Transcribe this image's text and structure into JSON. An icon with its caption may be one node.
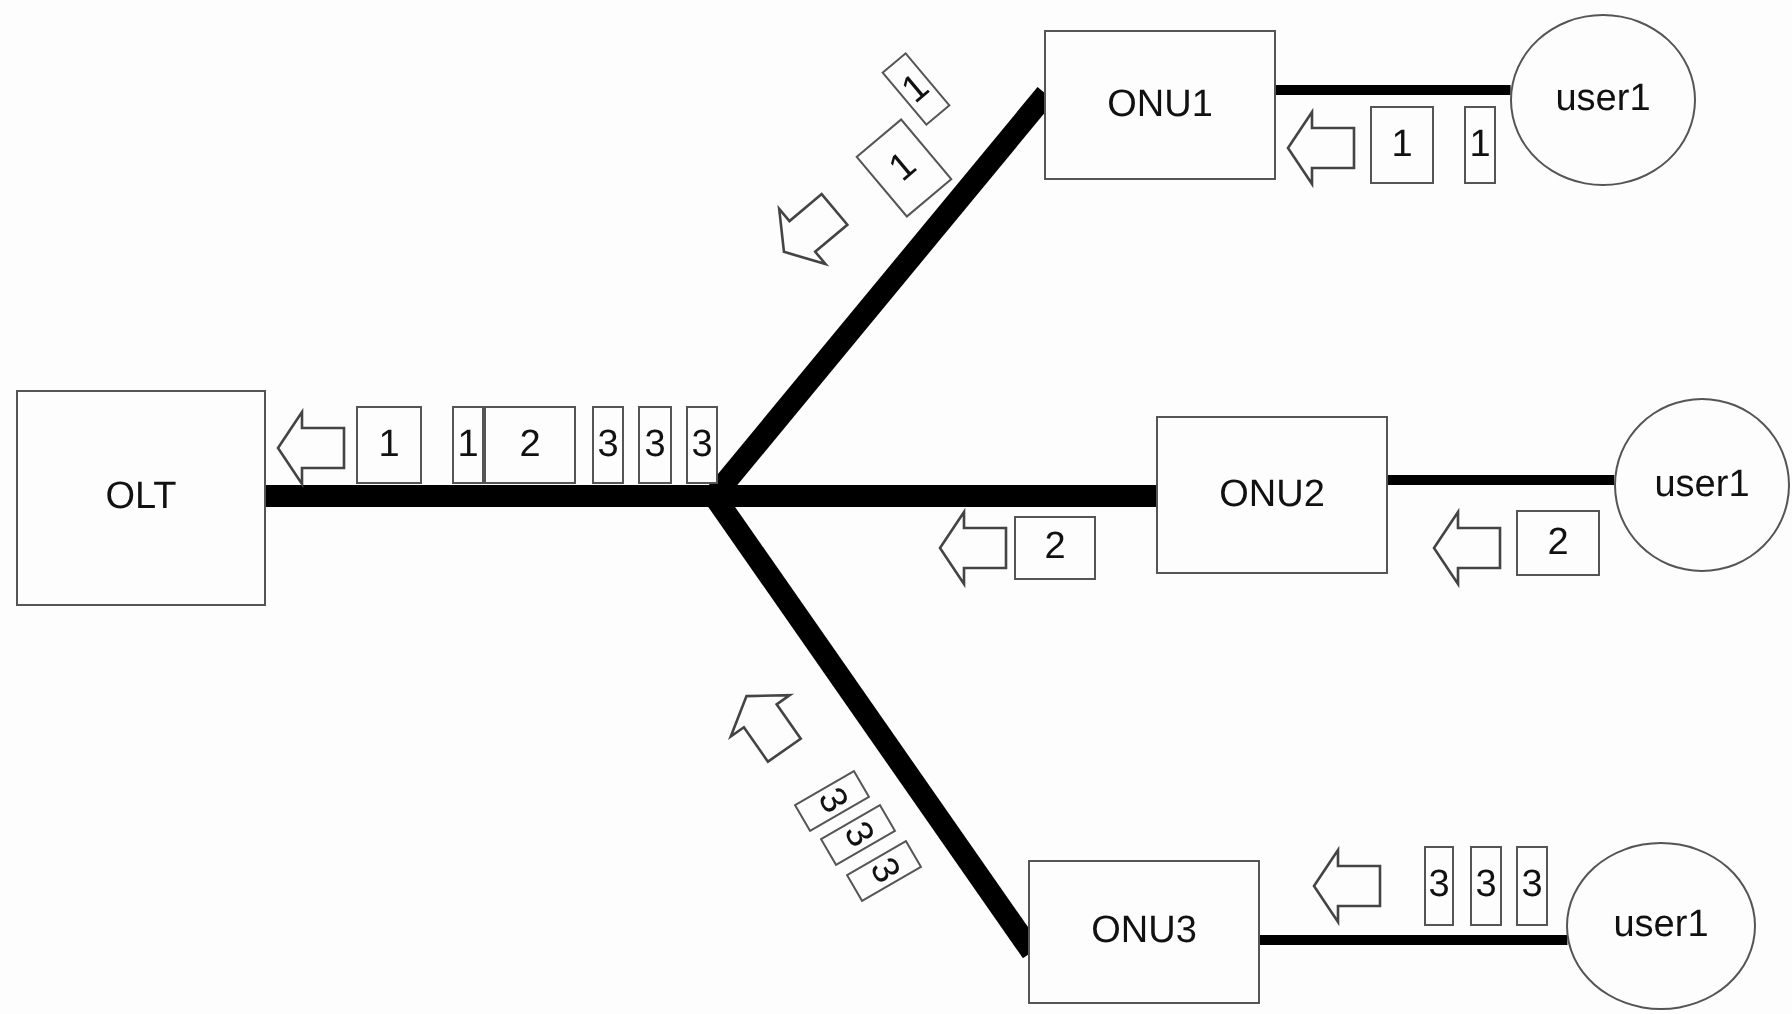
{
  "diagram": {
    "nodes": [
      {
        "text": [
          "OLT"
        ]
      },
      {
        "text": [
          "ONU1"
        ]
      },
      {
        "text": [
          "ONU2"
        ]
      },
      {
        "text": [
          "ONU3"
        ]
      },
      {
        "text": [
          "user1"
        ]
      },
      {
        "text": [
          "user1"
        ]
      },
      {
        "text": [
          "user1"
        ]
      }
    ],
    "edges": [
      {
        "from": 0,
        "to": 1,
        "arrow": "none",
        "style": "thick"
      },
      {
        "from": 0,
        "to": 2,
        "arrow": "none",
        "style": "thick"
      },
      {
        "from": 0,
        "to": 3,
        "arrow": "none",
        "style": "thick"
      },
      {
        "from": 1,
        "to": 4,
        "arrow": "none"
      },
      {
        "from": 2,
        "to": 5,
        "arrow": "none"
      },
      {
        "from": 3,
        "to": 6,
        "arrow": "none"
      }
    ],
    "labels": [
      "1",
      "1",
      "1",
      "1",
      "1",
      "1",
      "2",
      "3",
      "3",
      "3",
      "2",
      "2",
      "3",
      "3",
      "3",
      "3",
      "3",
      "3"
    ]
  }
}
